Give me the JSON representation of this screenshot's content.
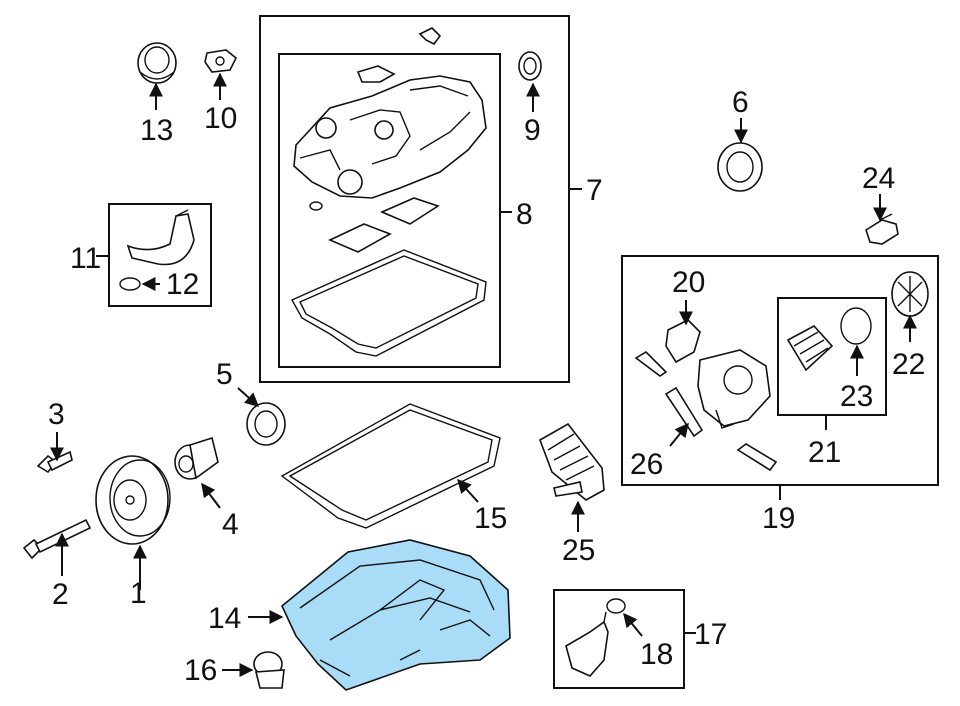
{
  "diagram": {
    "highlight_color": "#a9ddf7",
    "callouts": {
      "c1": "1",
      "c2": "2",
      "c3": "3",
      "c4": "4",
      "c5": "5",
      "c6": "6",
      "c7": "7",
      "c8": "8",
      "c9": "9",
      "c10": "10",
      "c11": "11",
      "c12": "12",
      "c13": "13",
      "c14": "14",
      "c15": "15",
      "c16": "16",
      "c17": "17",
      "c18": "18",
      "c19": "19",
      "c20": "20",
      "c21": "21",
      "c22": "22",
      "c23": "23",
      "c24": "24",
      "c25": "25",
      "c26": "26"
    }
  }
}
